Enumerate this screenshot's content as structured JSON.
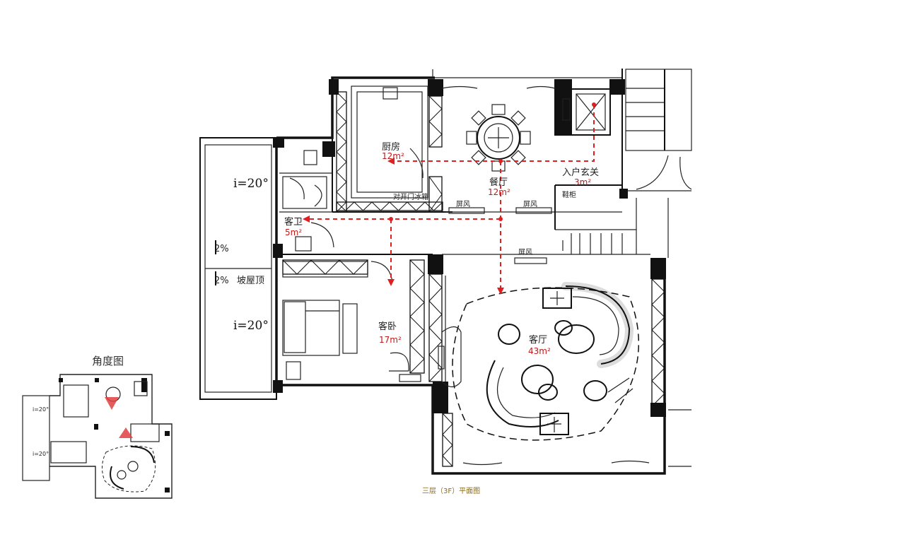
{
  "caption": "三层（3F）平面图",
  "mini_title": "角度图",
  "rooms": {
    "kitchen": {
      "name": "厨房",
      "area": "12m²"
    },
    "dining": {
      "name": "餐厅",
      "area": "12m²"
    },
    "entry": {
      "name": "入户玄关",
      "area": "3m²"
    },
    "guest_bath": {
      "name": "客卫",
      "area": "5m²"
    },
    "guest_bed": {
      "name": "客卧",
      "area": "17m²"
    },
    "living": {
      "name": "客厅",
      "area": "43m²"
    }
  },
  "labels": {
    "fridge": "对开门冰箱",
    "screen1": "屏风",
    "screen2": "屏风",
    "screen3": "屏风",
    "shoe_cabinet": "鞋柜",
    "sloped_roof": "坡屋顶",
    "slope_top": "i=20°",
    "slope_bottom": "i=20°",
    "pct1": "2%",
    "pct2": "2%"
  },
  "colors": {
    "route": "#e02020",
    "area_text": "#c01818",
    "caption": "#8a6a20"
  }
}
